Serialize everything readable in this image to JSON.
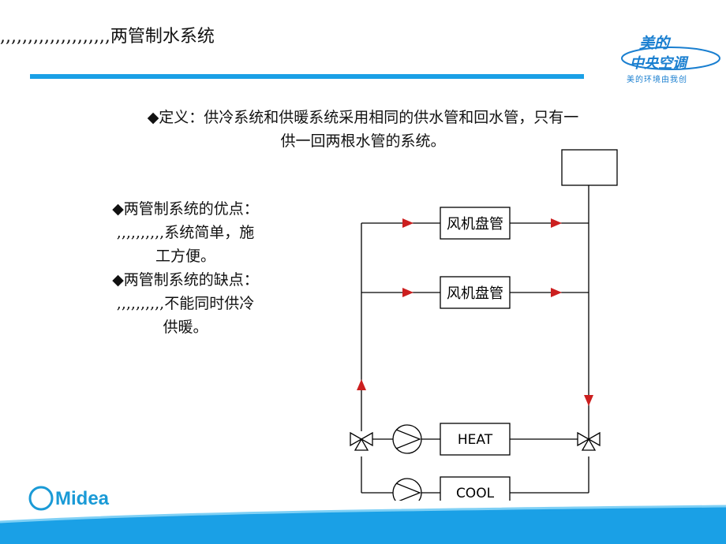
{
  "slide": {
    "title": ",,,,,,,,,,,,,,,,,,,,两管制水系统",
    "definition_line1": "◆定义：供冷系统和供暖系统采用相同的供水管和回水管，只有一",
    "definition_line2": "供一回两根水管的系统。",
    "pros_heading": "◆两管制系统的优点：",
    "pros_line1": ",,,,,,,,,,系统简单，施",
    "pros_line2": "工方便。",
    "cons_heading": "◆两管制系统的缺点：",
    "cons_line1": ",,,,,,,,,,不能同时供冷",
    "cons_line2": "供暖。"
  },
  "logo_top": {
    "brand_main": "美的",
    "brand_sub": "中央空调",
    "slogan": "美的环境由我创"
  },
  "logo_bottom": {
    "text": "Midea"
  },
  "diagram": {
    "fan_coil_1": "风机盘管",
    "fan_coil_2": "风机盘管",
    "heat_label": "HEAT",
    "cool_label": "COOL"
  },
  "colors": {
    "accent_blue": "#1aa0e6",
    "arrow_red": "#cc1f1f",
    "brand_blue": "#1a7fd0"
  }
}
